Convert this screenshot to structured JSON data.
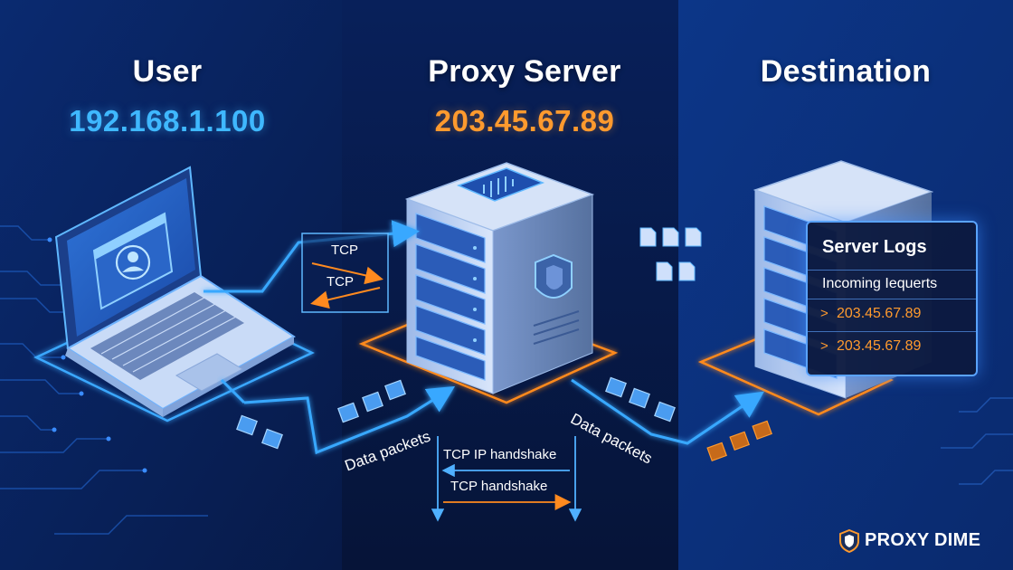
{
  "nodes": {
    "user": {
      "title": "User",
      "ip": "192.168.1.100"
    },
    "proxy": {
      "title": "Proxy Server",
      "ip": "203.45.67.89"
    },
    "destination": {
      "title": "Destination"
    }
  },
  "labels": {
    "tcp_top": "TCP",
    "tcp_bottom": "TCP",
    "data_packets_left": "Data packets",
    "data_packets_right": "Data packets",
    "handshake_top": "TCP IP handshake",
    "handshake_bottom": "TCP handshake"
  },
  "server_logs": {
    "title": "Server Logs",
    "subtitle": "Incoming Iequerts",
    "entries": [
      "203.45.67.89",
      "203.45.67.89"
    ]
  },
  "brand": {
    "name": "PROXY DIME"
  },
  "colors": {
    "background": "#0a2a6b",
    "user_accent": "#3fb8ff",
    "proxy_accent": "#ff9a2e",
    "line_blue": "#39a8ff",
    "line_orange": "#ff8a1f"
  }
}
